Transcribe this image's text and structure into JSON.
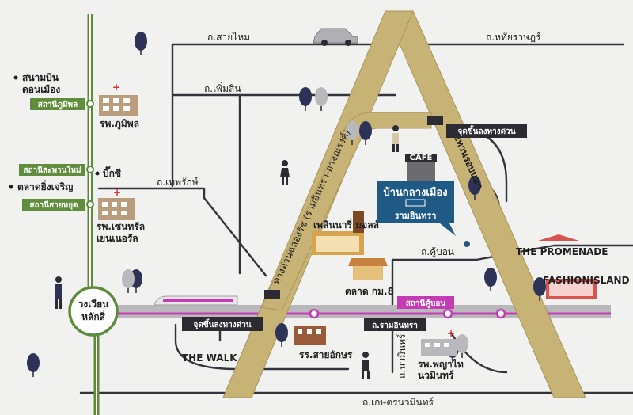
{
  "colors": {
    "background": "#f1f1ef",
    "road": "#34343c",
    "expressway": "#c8b376",
    "expressway_edge": "#a8965e",
    "rail": "#b9b9bb",
    "purple_line": "#c53bb4",
    "green_line": "#5e8a3c",
    "station_tag": "#5f8d3b",
    "project_box": "#1f5a84",
    "dark_tag": "#2b2b31",
    "tree": "#2d3357",
    "tree_light": "#b9b9bd"
  },
  "project": {
    "line1": "บ้านกลางเมือง",
    "line2": "รามอินทรา"
  },
  "roads": {
    "sai_mai": "ถ.สายไหม",
    "phahon": "ถ.หทัยราษฎร์",
    "phoem_sin": "ถ.เพิ่มสิน",
    "thep_rak": "ถ.เทพรักษ์",
    "ku_bon": "ถ.คู้บอน",
    "ram_inthra": "ถ.รามอินทรา",
    "nawamin": "ถ.นวมินทร์",
    "kaset_nawamin": "ถ.เกษตรนวมินทร์",
    "kanchana": "ทางด่วนฉลองรัช (รามอินทรา-อาจณรงค์)",
    "outer_ring": "วงแหวนรอบนอก"
  },
  "tags": {
    "entry_north": "จุดขึ้นลงทางด่วน",
    "entry_south": "จุดขึ้นลงทางด่วน",
    "khubon_station": "สถานีคู้บอน"
  },
  "stations": [
    "สถานีภูมิพล",
    "สถานีสะพานใหม่",
    "สถานีสายหยุด"
  ],
  "places": {
    "airport_line1": "สนามบิน",
    "airport_line2": "ดอนเมือง",
    "big_c": "บิ๊กซี",
    "market_ying": "ตลาดยิ่งเจริญ",
    "bhumibol_hospital": "รพ.ภูมิพล",
    "central_hospital_line1": "รพ.เซนทรัล",
    "central_hospital_line2": "เยนเนอรัล",
    "circle_line1": "วงเวียน",
    "circle_line2": "หลักสี่",
    "fashion_mall": "เพลินนารี่ มอลล์",
    "market_km8": "ตลาด กม.8",
    "the_walk": "THE WALK",
    "school": "รร.สายอักษร",
    "phyathai_line1": "รพ.พญาไท",
    "phyathai_line2": "นวมินทร์",
    "the_promenade": "THE PROMENADE",
    "fashion_island": "FASHIONISLAND",
    "cafe": "CAFE"
  }
}
